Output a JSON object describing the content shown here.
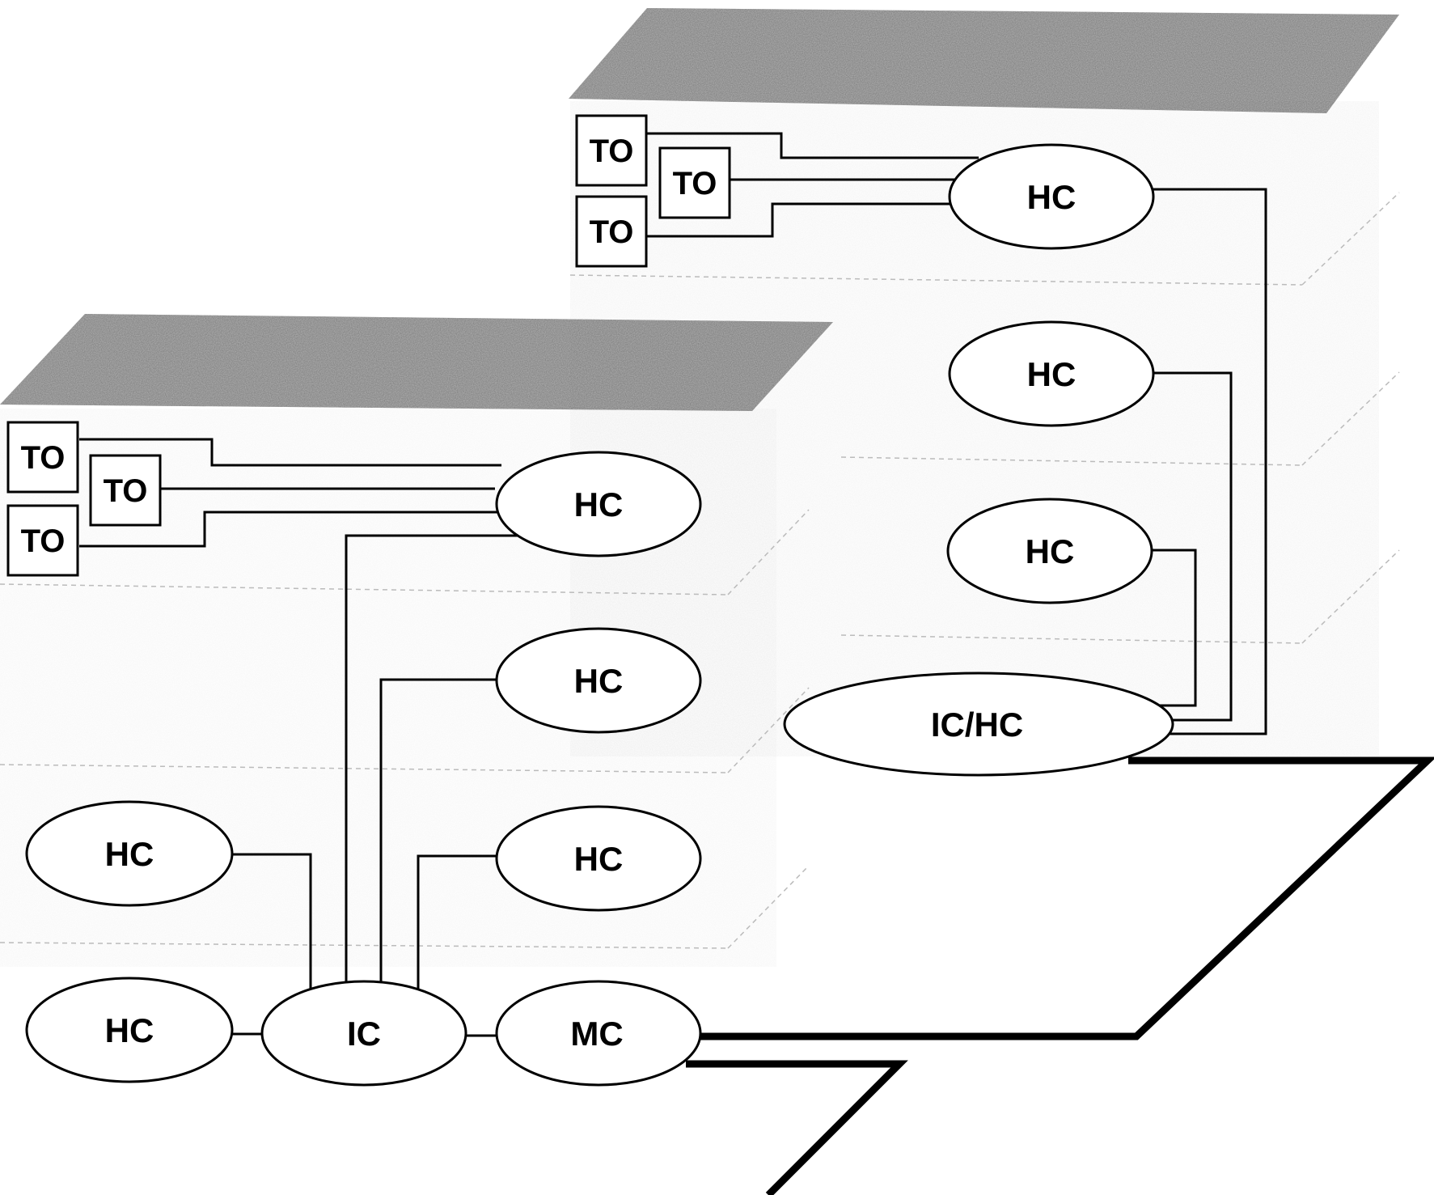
{
  "diagram": {
    "colors": {
      "line": "#000000",
      "floor_shade": "#6e6e6e",
      "wall_shade": "#d9d9d9",
      "background": "#ffffff"
    },
    "building_right": {
      "telecom_outlets": [
        "TO",
        "TO",
        "TO"
      ],
      "floor_distributors": [
        "HC",
        "HC",
        "HC"
      ],
      "building_distributor": "IC/HC"
    },
    "building_left": {
      "telecom_outlets": [
        "TO",
        "TO",
        "TO"
      ],
      "floor_distributors": [
        "HC",
        "HC",
        "HC"
      ],
      "ground_distributors": [
        "HC",
        "HC"
      ],
      "intermediate_crossconnect": "IC",
      "main_crossconnect": "MC"
    }
  }
}
